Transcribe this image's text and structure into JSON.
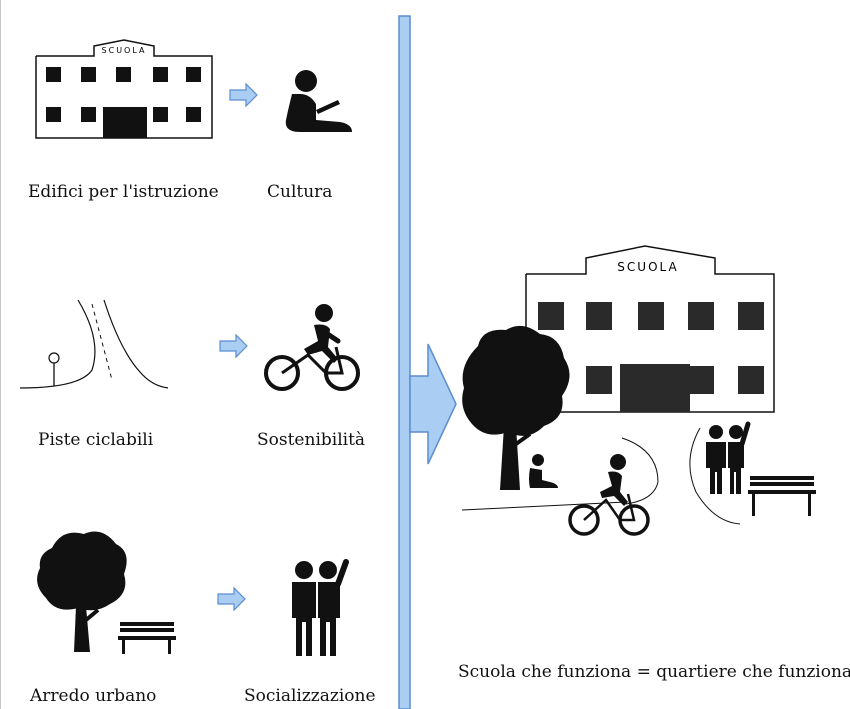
{
  "rows": [
    {
      "left_label": "Edifici per l'istruzione",
      "right_label": "Cultura"
    },
    {
      "left_label": "Piste ciclabili",
      "right_label": "Sostenibilità"
    },
    {
      "left_label": "Arredo urbano",
      "right_label": "Socializzazione"
    }
  ],
  "school_sign": "SCUOLA",
  "conclusion": "Scuola che funziona = quartiere che funziona",
  "colors": {
    "arrow_fill": "#a9cdf3",
    "arrow_stroke": "#5b8ed0",
    "ink": "#111111"
  }
}
